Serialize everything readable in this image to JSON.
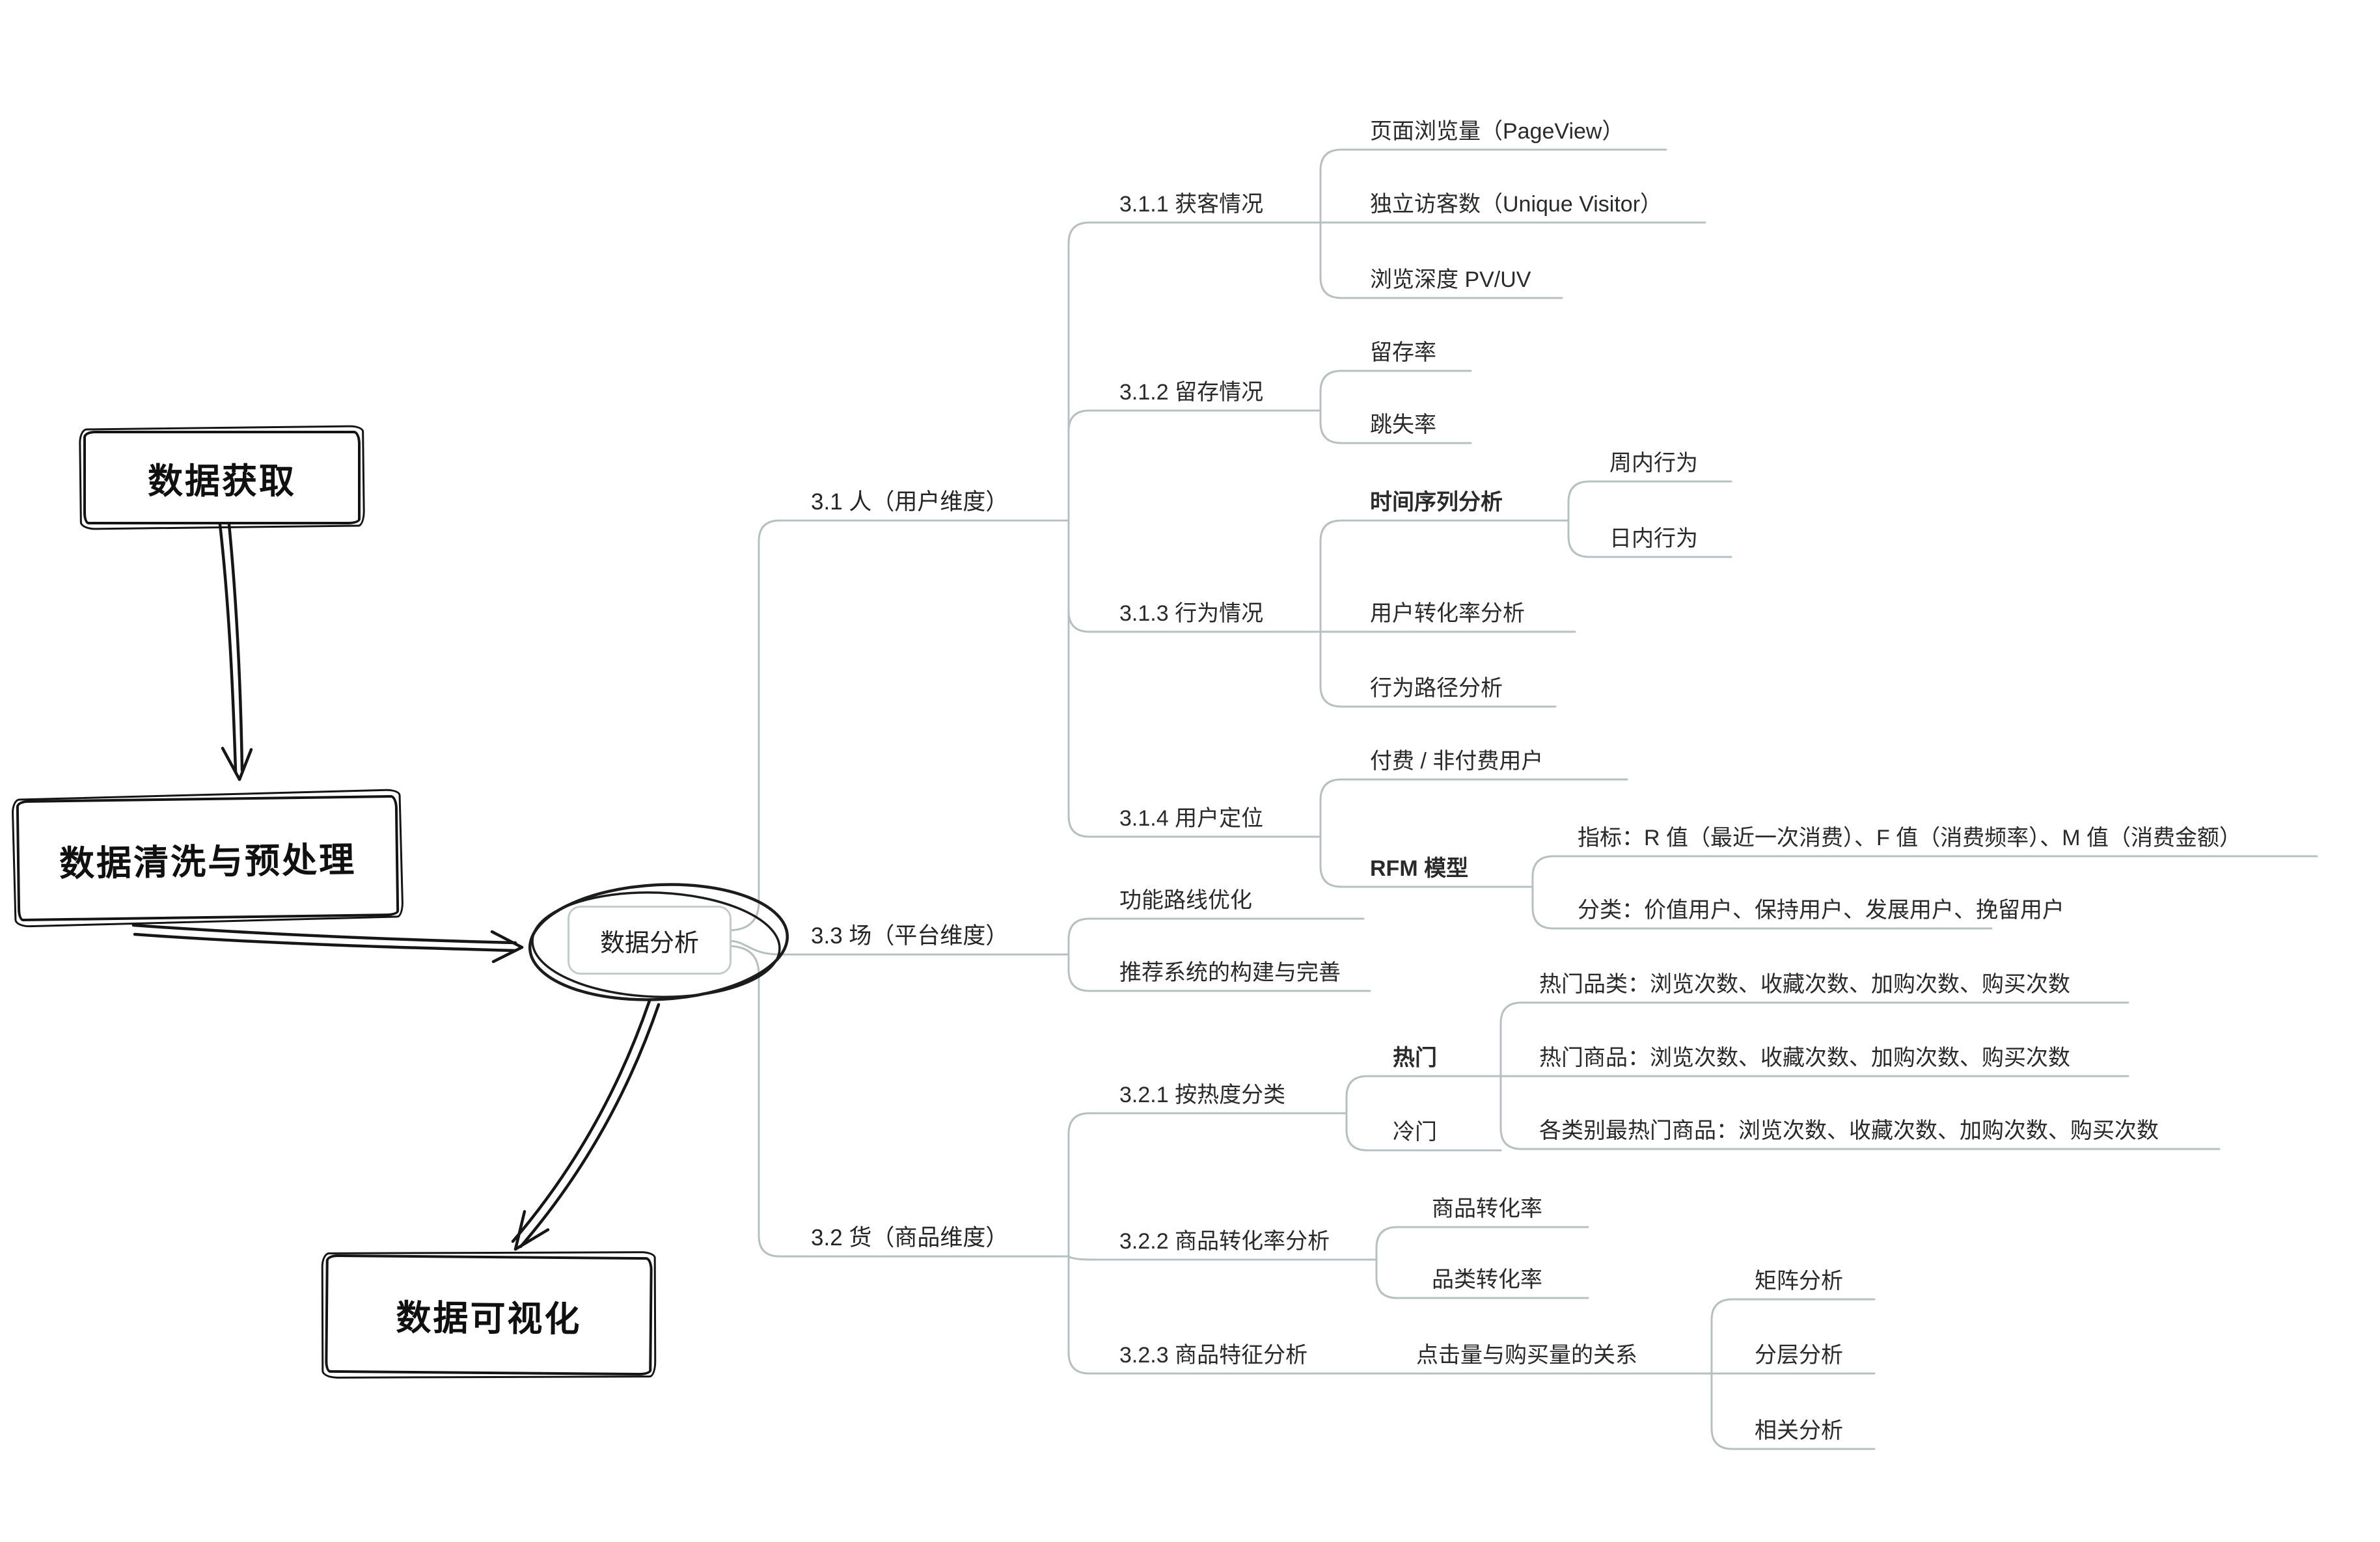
{
  "flowchart": {
    "data_acquisition": {
      "label": "数据获取"
    },
    "data_cleaning": {
      "label": "数据清洗与预处理"
    },
    "data_visualization": {
      "label": "数据可视化"
    }
  },
  "mindmap": {
    "root": {
      "label": "数据分析"
    },
    "branches": [
      {
        "label": "3.1 人（用户维度）",
        "children": [
          {
            "label": "3.1.1 获客情况",
            "children": [
              {
                "label": "页面浏览量（PageView）"
              },
              {
                "label": "独立访客数（Unique Visitor）"
              },
              {
                "label": "浏览深度 PV/UV"
              }
            ]
          },
          {
            "label": "3.1.2 留存情况",
            "children": [
              {
                "label": "留存率"
              },
              {
                "label": "跳失率"
              }
            ]
          },
          {
            "label": "3.1.3 行为情况",
            "children": [
              {
                "label": "时间序列分析",
                "children": [
                  {
                    "label": "周内行为"
                  },
                  {
                    "label": "日内行为"
                  }
                ]
              },
              {
                "label": "用户转化率分析"
              },
              {
                "label": "行为路径分析"
              }
            ]
          },
          {
            "label": "3.1.4 用户定位",
            "children": [
              {
                "label": "付费 / 非付费用户"
              },
              {
                "label": "RFM 模型",
                "children": [
                  {
                    "label": "指标：R 值（最近一次消费）、F 值（消费频率）、M 值（消费金额）"
                  },
                  {
                    "label": "分类：价值用户、保持用户、发展用户、挽留用户"
                  }
                ]
              }
            ]
          }
        ]
      },
      {
        "label": "3.3 场（平台维度）",
        "children": [
          {
            "label": "功能路线优化"
          },
          {
            "label": "推荐系统的构建与完善"
          }
        ]
      },
      {
        "label": "3.2 货（商品维度）",
        "children": [
          {
            "label": "3.2.1 按热度分类",
            "children": [
              {
                "label": "热门",
                "children": [
                  {
                    "label": "热门品类：浏览次数、收藏次数、加购次数、购买次数"
                  },
                  {
                    "label": "热门商品：浏览次数、收藏次数、加购次数、购买次数"
                  },
                  {
                    "label": "各类别最热门商品：浏览次数、收藏次数、加购次数、购买次数"
                  }
                ]
              },
              {
                "label": "冷门"
              }
            ]
          },
          {
            "label": "3.2.2 商品转化率分析",
            "children": [
              {
                "label": "商品转化率"
              },
              {
                "label": "品类转化率"
              }
            ]
          },
          {
            "label": "3.2.3 商品特征分析",
            "children": [
              {
                "label": "点击量与购买量的关系",
                "children": [
                  {
                    "label": "矩阵分析"
                  },
                  {
                    "label": "分层分析"
                  },
                  {
                    "label": "相关分析"
                  }
                ]
              }
            ]
          }
        ]
      }
    ]
  }
}
